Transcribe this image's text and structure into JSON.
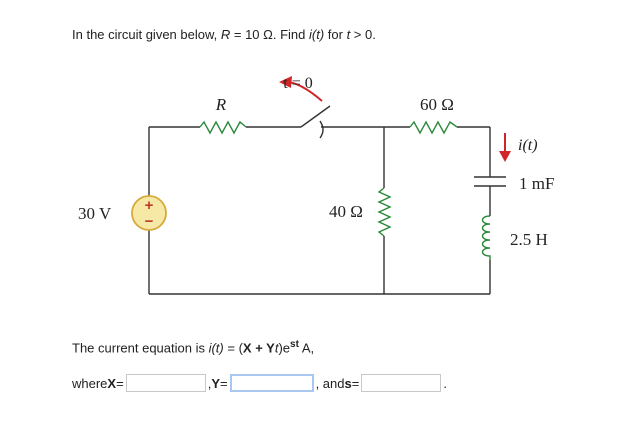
{
  "question": {
    "intro": "In the circuit given below, ",
    "r_var": "R",
    "r_val": " = 10 Ω. Find ",
    "i_var": "i(t)",
    "cond": " for ",
    "t_var": "t",
    "cond_end": " > 0."
  },
  "circuit": {
    "resistor_r_label": "R",
    "switch_label": "t = 0",
    "resistor_60_label": "60 Ω",
    "current_label": "i(t)",
    "capacitor_label": "1 mF",
    "source_label": "30 V",
    "source_plus": "+",
    "source_minus": "−",
    "resistor_40_label": "40 Ω",
    "inductor_label": "2.5 H",
    "colors": {
      "wire": "#333333",
      "resistor": "#2a8a3a",
      "arrow": "#d0262a",
      "source_fill": "#f6e9a6",
      "source_ring": "#d8a93a"
    }
  },
  "equation": {
    "prefix": "The current equation is ",
    "i_var": "i(t)",
    "eq": " = (",
    "x": "X",
    "plus": " + ",
    "y": "Y",
    "t": "t",
    "close": ")e",
    "sup": "st",
    "unit": " A,"
  },
  "answers": {
    "where_label": "where ",
    "x_label": "X",
    "eq1": " =",
    "comma_y": ", ",
    "y_label": "Y",
    "eq2": " =",
    "comma_s": ", and ",
    "s_label": "s",
    "eq3": " =",
    "period": ".",
    "x_value": "",
    "y_value": "",
    "s_value": ""
  }
}
